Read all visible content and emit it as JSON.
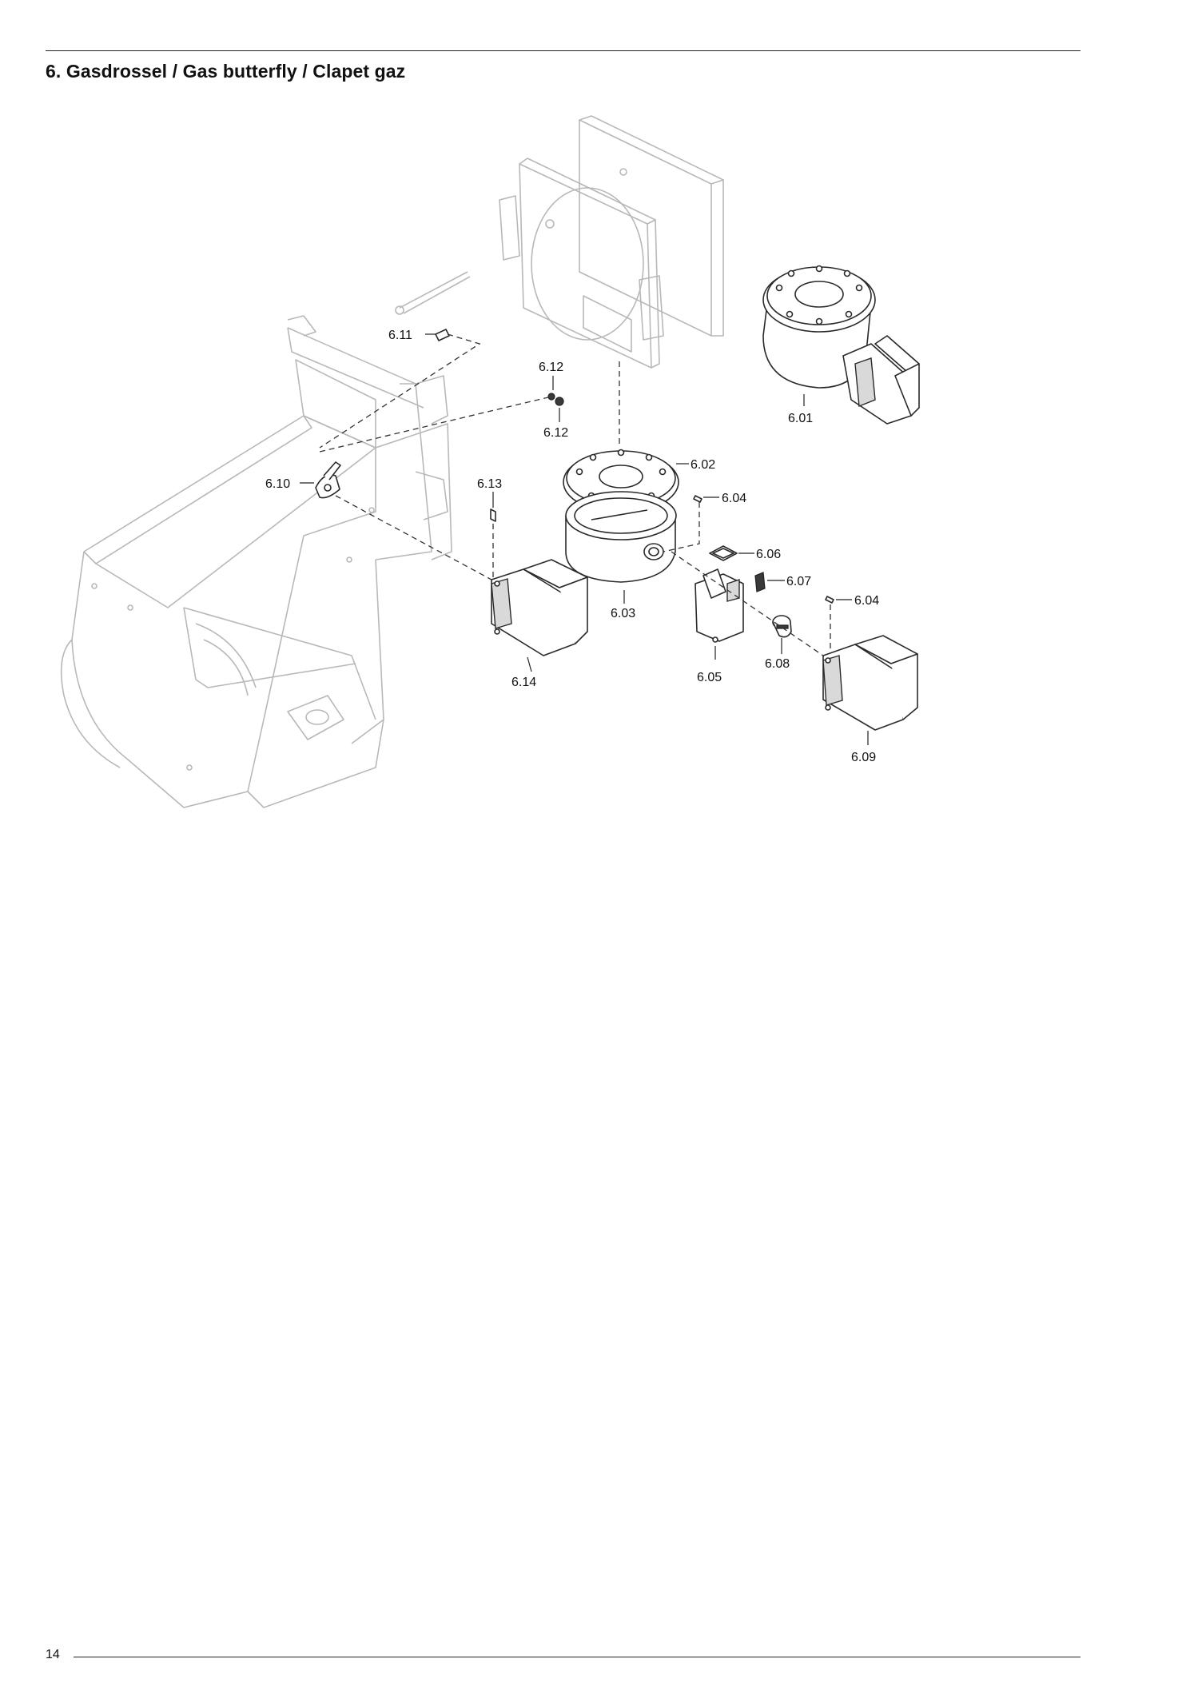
{
  "header": {
    "title": "6. Gasdrossel / Gas butterfly / Clapet gaz"
  },
  "footer": {
    "page_number": "14"
  },
  "callouts": {
    "c601": "6.01",
    "c602": "6.02",
    "c603": "6.03",
    "c604a": "6.04",
    "c604b": "6.04",
    "c605": "6.05",
    "c606": "6.06",
    "c607": "6.07",
    "c608": "6.08",
    "c609": "6.09",
    "c610": "6.10",
    "c611": "6.11",
    "c612a": "6.12",
    "c612b": "6.12",
    "c613": "6.13",
    "c614": "6.14"
  }
}
